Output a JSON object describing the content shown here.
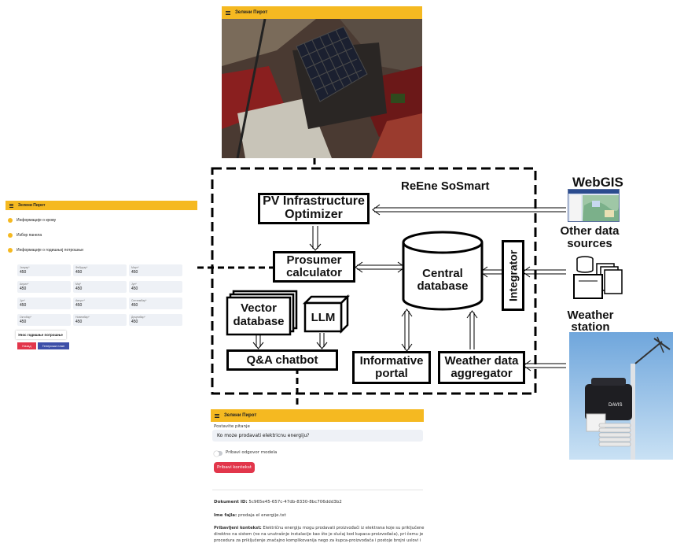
{
  "app_title": "Зелени Пирот",
  "diagram": {
    "title": "ReEne SoSmart",
    "pv_optimizer": "PV Infrastructure Optimizer",
    "prosumer": "Prosumer calculator",
    "central_db": "Central database",
    "integrator": "Integrator",
    "vector_db": "Vector database",
    "llm": "LLM",
    "qa": "Q&A chatbot",
    "portal": "Informative portal",
    "weather_agg": "Weather data aggregator",
    "webgis": "WebGIS",
    "other_sources": "Other data sources",
    "weather_station": "Weather station"
  },
  "left_app": {
    "steps": [
      "Информације о крову",
      "Избор панела",
      "Информације о годишњој потрошњи"
    ],
    "months": [
      {
        "label": "Јануар*",
        "value": "450"
      },
      {
        "label": "Фебруар*",
        "value": "450"
      },
      {
        "label": "Март*",
        "value": "450"
      },
      {
        "label": "Април*",
        "value": "450"
      },
      {
        "label": "Мај*",
        "value": "450"
      },
      {
        "label": "Јун*",
        "value": "450"
      },
      {
        "label": "Јул*",
        "value": "450"
      },
      {
        "label": "Август*",
        "value": "450"
      },
      {
        "label": "Септембар*",
        "value": "450"
      },
      {
        "label": "Октобар*",
        "value": "450"
      },
      {
        "label": "Новембар*",
        "value": "450"
      },
      {
        "label": "Децембар*",
        "value": "450"
      }
    ],
    "annual_label": "Унос годишње потрошње",
    "back_button": "Назад",
    "generate_button": "Генериши план"
  },
  "chat_app": {
    "question_label": "Postavite pitanje",
    "question_value": "Ko moze prodavati elektricnu energiju?",
    "toggle_label": "Pribavi odgovor modela",
    "button": "Pribavi kontekst",
    "doc_id_label": "Dokument ID:",
    "doc_id": "5c965e45-657c-47db-8330-8bc706ddd3b2",
    "file_label": "Ime fajla:",
    "file_name": "prodaja el energije.txt",
    "context_label": "Pribavljeni kontekst:",
    "context_line1": "Električnu energiju mogu prodavati proizvođači iz elektrana koje su priključene",
    "context_line2": "direktno na sistem (ne na unutrašnje instalacije kao što je slučaj kod kupaca-proizvođača), pri čemu je",
    "context_line3": "procedura za priključenje značajno komplikovanija nego za kupca-proizvođača i postoje brojni uslovi i"
  }
}
